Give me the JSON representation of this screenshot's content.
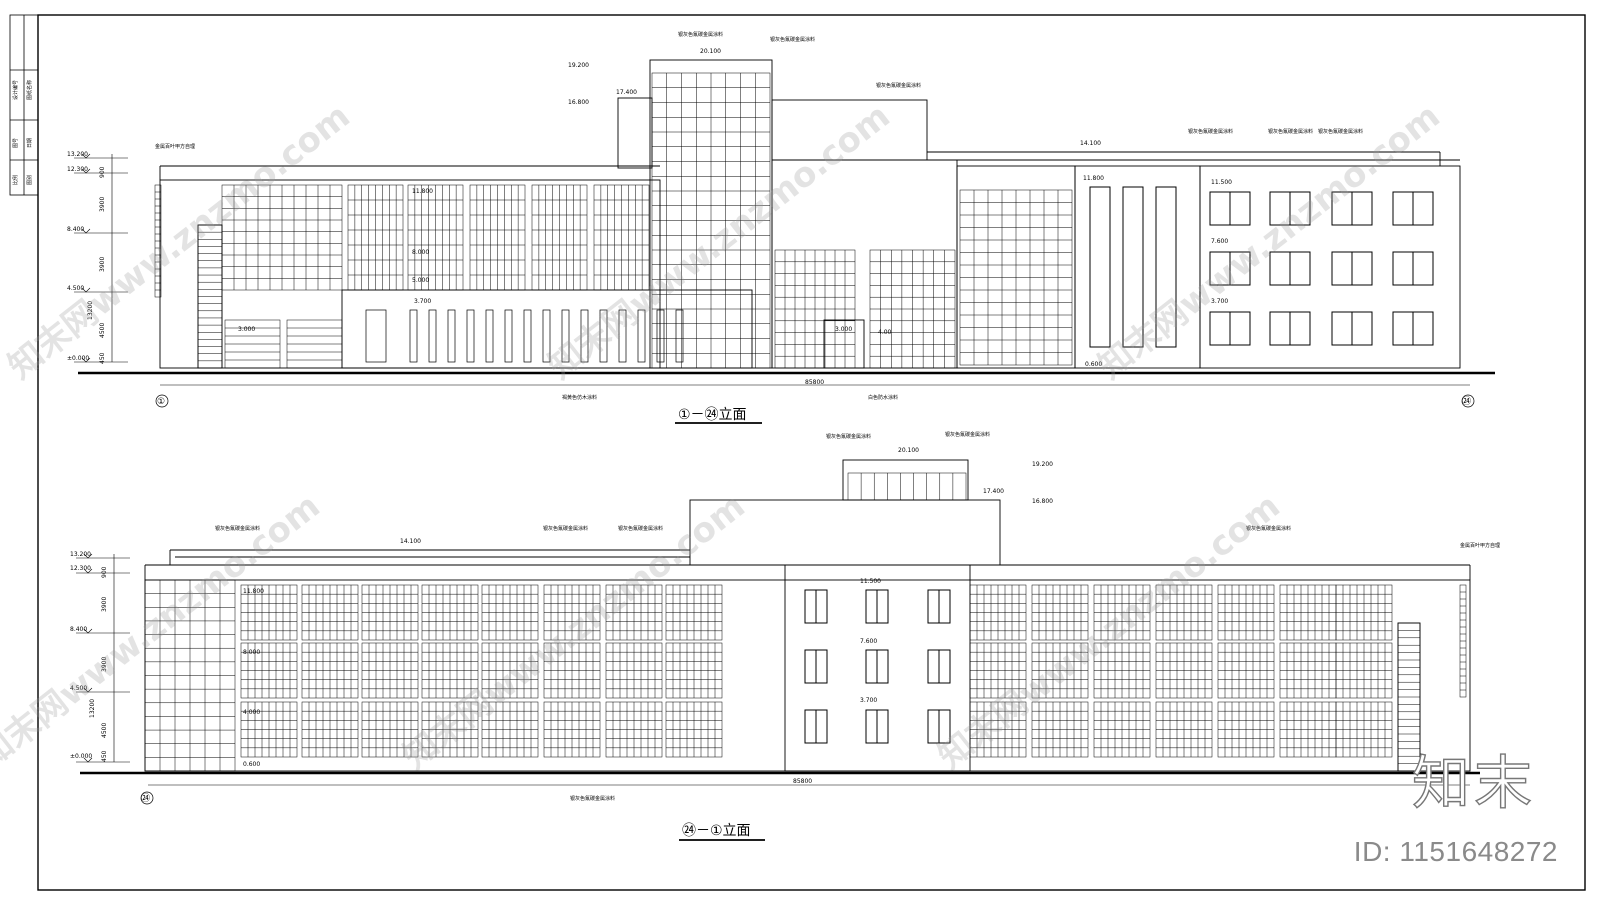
{
  "elevation_top": {
    "title": "①－㉔立面",
    "level_labels": [
      "13.200",
      "12.300",
      "8.400",
      "4.500",
      "±0.000"
    ],
    "segment_dims": [
      "900",
      "3900",
      "3900",
      "4500",
      "450"
    ],
    "overall_dim": "13200",
    "total_length": "85800",
    "axis_left": "①",
    "axis_right": "㉔",
    "elevations": [
      "19.200",
      "20.100",
      "17.400",
      "16.800",
      "14.100",
      "11.800",
      "11.500",
      "7.600",
      "3.700",
      "3.000",
      "3.000",
      "3.700",
      "11.800",
      "8.000",
      "5.000",
      "0.600",
      "4.00"
    ],
    "notes": [
      "银灰色氟碳金属涂料",
      "银灰色氟碳金属涂料",
      "银灰色氟碳金属涂料",
      "金属百叶甲方自理",
      "银灰色氟碳金属涂料",
      "银灰色氟碳金属涂料",
      "银灰色氟碳金属涂料",
      "褐黄色仿木涂料",
      "白色防水涂料"
    ]
  },
  "elevation_bottom": {
    "title": "㉔－①立面",
    "level_labels": [
      "13.200",
      "12.300",
      "8.400",
      "4.500",
      "±0.000"
    ],
    "segment_dims": [
      "900",
      "3900",
      "3900",
      "4500",
      "450"
    ],
    "overall_dim": "13200",
    "total_length": "85800",
    "axis_left": "㉔",
    "elevations": [
      "20.100",
      "19.200",
      "17.400",
      "16.800",
      "14.100",
      "11.500",
      "7.600",
      "3.700",
      "11.800",
      "8.000",
      "4.000",
      "0.600"
    ],
    "notes": [
      "银灰色氟碳金属涂料",
      "银灰色氟碳金属涂料",
      "银灰色氟碳金属涂料",
      "银灰色氟碳金属涂料",
      "银灰色氟碳金属涂料",
      "银灰色氟碳金属涂料",
      "金属百叶甲方自理",
      "银灰色氟碳金属涂料"
    ]
  },
  "title_block": [
    "设计编号",
    "图纸名称",
    "图号",
    "日期",
    "比例",
    "图别"
  ],
  "watermark": "知末网www.znzmo.com",
  "brand": "知末",
  "id_label": "ID: 1151648272"
}
